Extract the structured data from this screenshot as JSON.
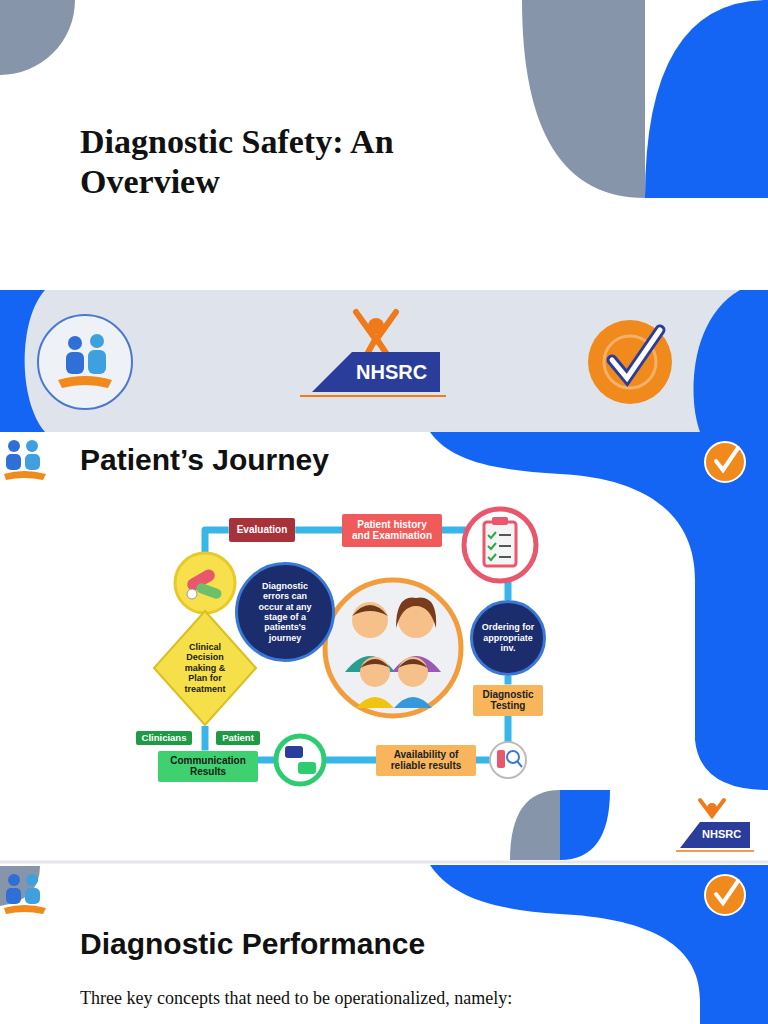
{
  "diagram": {
    "title": "Diagnostic Safety: An Overview",
    "nodes": [
      {
        "text": [
          "Evaluation"
        ]
      },
      {
        "text": [
          "Patient history and Examination"
        ]
      },
      {
        "text": [
          "Diagnostic errors can occur at any stage of a patients's journey"
        ]
      },
      {
        "text": [
          "Ordering for appropriate inv."
        ]
      },
      {
        "text": [
          "Clinical Decision making & Plan for treatment"
        ]
      },
      {
        "text": [
          "Diagnostic Testing"
        ]
      },
      {
        "text": [
          "Clinicians"
        ]
      },
      {
        "text": [
          "Patient"
        ]
      },
      {
        "text": [
          "Communication Results"
        ]
      },
      {
        "text": [
          "Availability of reliable results"
        ]
      }
    ],
    "edges": [
      {
        "from": 0,
        "to": 1,
        "arrow": "none"
      },
      {
        "from": 1,
        "to": 3,
        "arrow": "none"
      },
      {
        "from": 3,
        "to": 5,
        "arrow": "none"
      },
      {
        "from": 5,
        "to": 9,
        "arrow": "none"
      },
      {
        "from": 9,
        "to": 8,
        "arrow": "none"
      },
      {
        "from": 8,
        "to": 4,
        "arrow": "none"
      },
      {
        "from": 4,
        "to": 0,
        "arrow": "none"
      }
    ],
    "labels": [
      "Patient’s Journey",
      "Diagnostic Performance",
      "Three key concepts that need to be operationalized, namely:",
      "NHSRC",
      "NHSRC"
    ]
  }
}
